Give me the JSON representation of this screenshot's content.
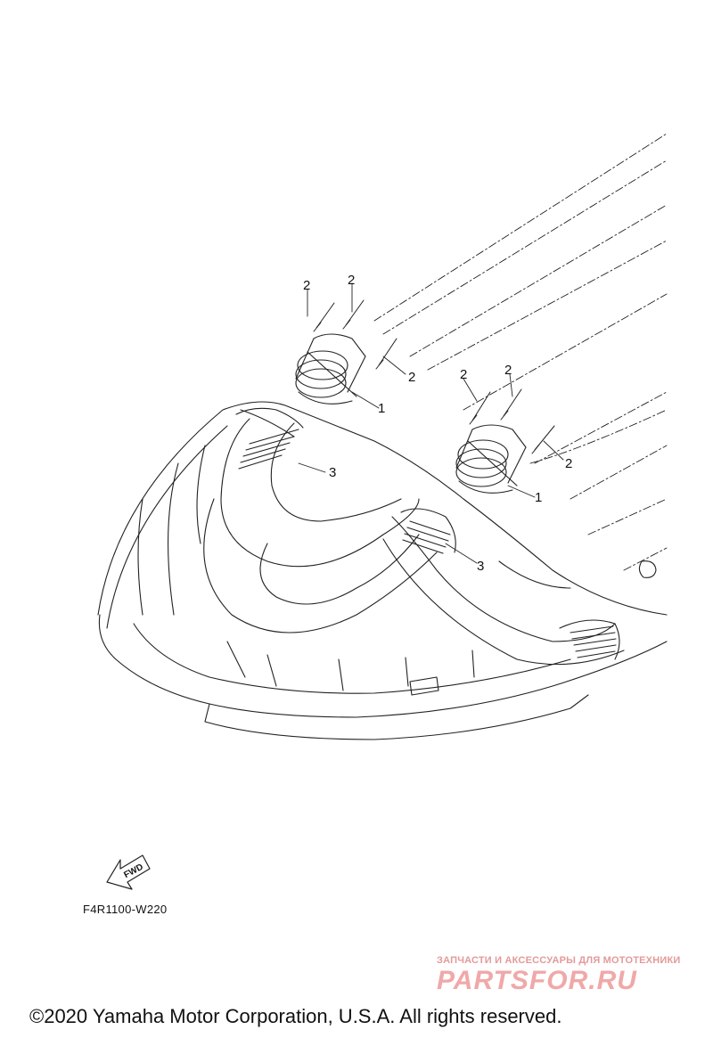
{
  "diagram": {
    "callouts": {
      "part1_a": "1",
      "part1_b": "1",
      "part2_a": "2",
      "part2_b": "2",
      "part2_c": "2",
      "part2_d": "2",
      "part2_e": "2",
      "part2_f": "2",
      "part3_a": "3",
      "part3_b": "3"
    },
    "fwd_label": "FWD",
    "figure_code": "F4R1100-W220"
  },
  "watermark": {
    "tagline": "ЗАПЧАСТИ И АКСЕССУАРЫ ДЛЯ МОТОТЕХНИКИ",
    "logo": "PARTSFOR.RU"
  },
  "footer": {
    "copyright": "©2020 Yamaha Motor Corporation, U.S.A. All rights reserved."
  }
}
